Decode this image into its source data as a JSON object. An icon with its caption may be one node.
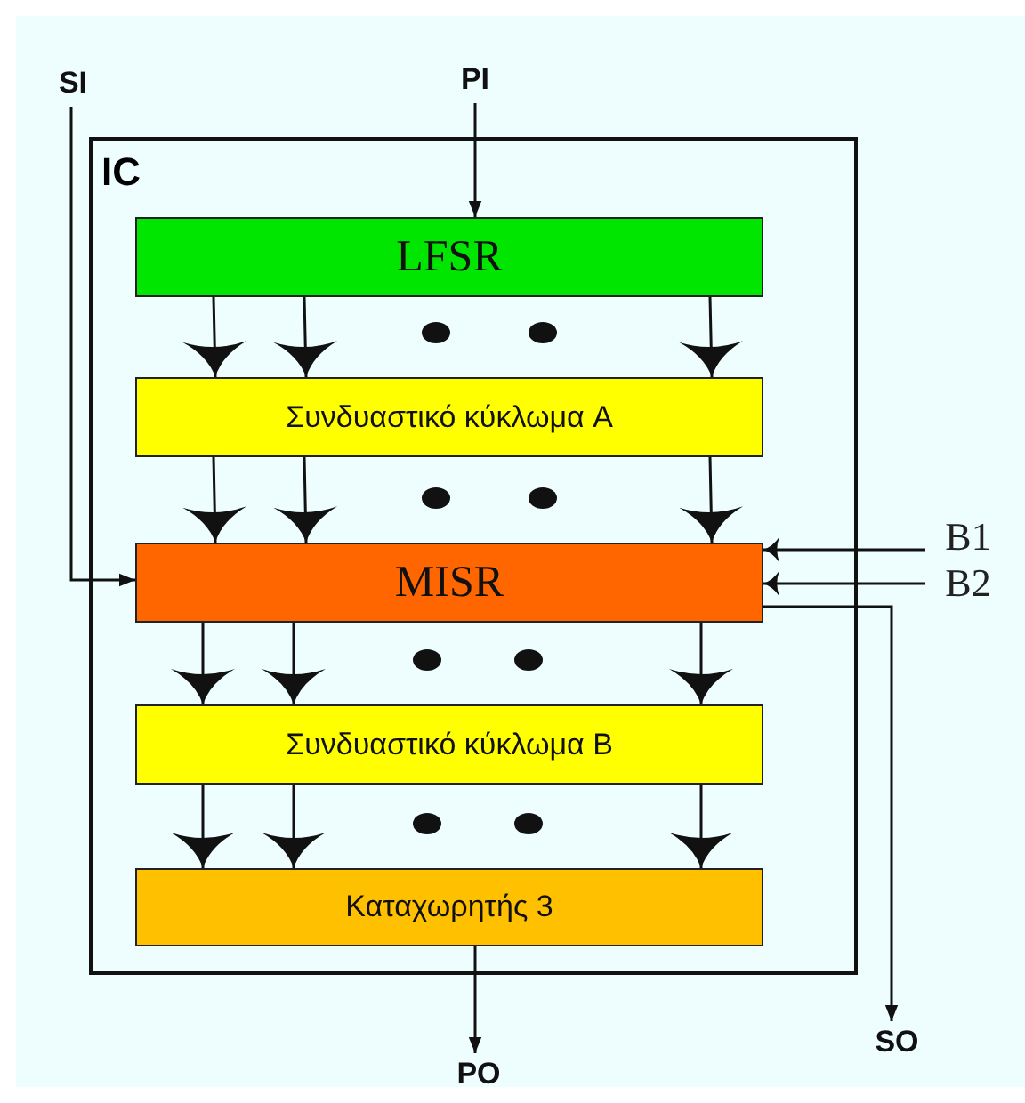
{
  "diagram": {
    "nodes": [
      {
        "text": [
          "IC"
        ]
      },
      {
        "text": [
          "LFSR"
        ],
        "in": 0
      },
      {
        "text": [
          "Συνδυαστικό κύκλωμα A"
        ],
        "in": 0
      },
      {
        "text": [
          "MISR"
        ],
        "in": 0
      },
      {
        "text": [
          "Συνδυαστικό κύκλωμα B"
        ],
        "in": 0
      },
      {
        "text": [
          "Καταχωρητής 3"
        ],
        "in": 0
      },
      {
        "text": [
          "SI"
        ]
      },
      {
        "text": [
          "PI"
        ]
      },
      {
        "text": [
          "B1"
        ]
      },
      {
        "text": [
          "B2"
        ]
      },
      {
        "text": [
          "SO"
        ]
      },
      {
        "text": [
          "PO"
        ]
      }
    ],
    "edges": [
      {
        "from": 7,
        "to": 1,
        "arrow": "to"
      },
      {
        "from": 1,
        "to": 2,
        "arrow": "to"
      },
      {
        "from": 1,
        "to": 2,
        "arrow": "to"
      },
      {
        "from": 1,
        "to": 2,
        "arrow": "to"
      },
      {
        "from": 2,
        "to": 3,
        "arrow": "to"
      },
      {
        "from": 2,
        "to": 3,
        "arrow": "to"
      },
      {
        "from": 2,
        "to": 3,
        "arrow": "to"
      },
      {
        "from": 6,
        "to": 3,
        "arrow": "to"
      },
      {
        "from": 8,
        "to": 3,
        "arrow": "to"
      },
      {
        "from": 9,
        "to": 3,
        "arrow": "to"
      },
      {
        "from": 3,
        "to": 10,
        "arrow": "to"
      },
      {
        "from": 3,
        "to": 4,
        "arrow": "to"
      },
      {
        "from": 3,
        "to": 4,
        "arrow": "to"
      },
      {
        "from": 3,
        "to": 4,
        "arrow": "to"
      },
      {
        "from": 4,
        "to": 5,
        "arrow": "to"
      },
      {
        "from": 4,
        "to": 5,
        "arrow": "to"
      },
      {
        "from": 4,
        "to": 5,
        "arrow": "to"
      },
      {
        "from": 5,
        "to": 11,
        "arrow": "to"
      }
    ]
  }
}
